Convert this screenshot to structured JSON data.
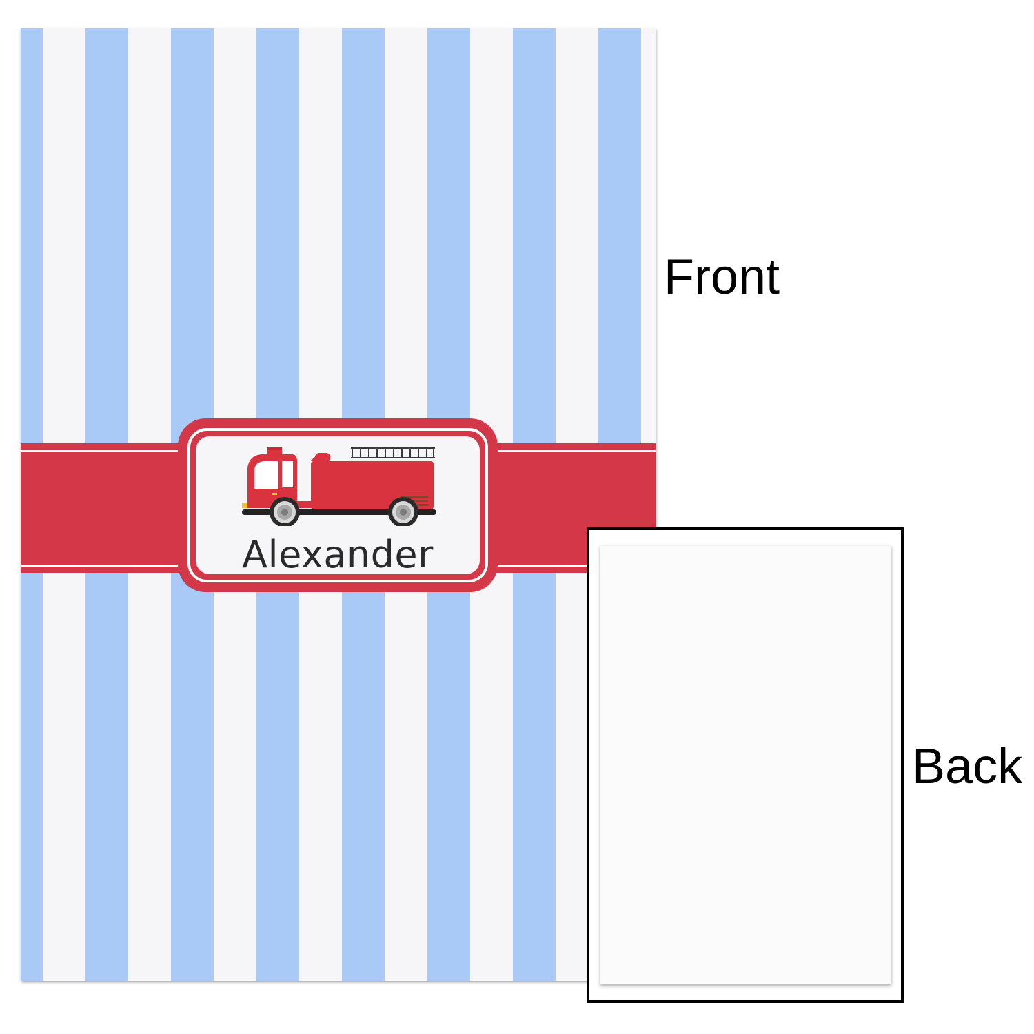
{
  "front": {
    "label": "Front",
    "name": "Alexander",
    "colors": {
      "stripe_blue": "#a9c9f6",
      "stripe_white": "#f6f6f9",
      "band_red": "#d23848"
    },
    "icon": "fire-truck-icon"
  },
  "back": {
    "label": "Back"
  }
}
